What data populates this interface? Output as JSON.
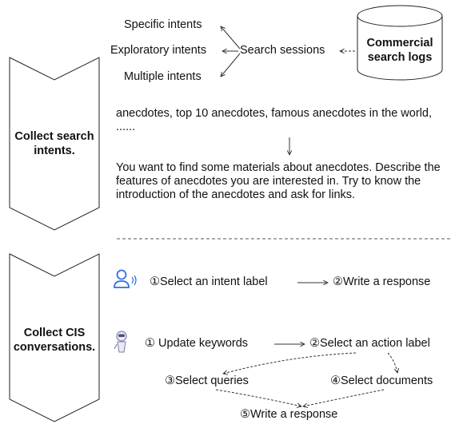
{
  "top": {
    "intents": [
      "Specific intents",
      "Exploratory intents",
      "Multiple intents"
    ],
    "search_sessions": "Search sessions",
    "logs_line1": "Commercial",
    "logs_line2": "search logs"
  },
  "stage1": {
    "label_line1": "Collect search",
    "label_line2": "intents.",
    "keywords_text": "anecdotes, top 10 anecdotes, famous anecdotes in the world, ......",
    "description_text": "You want to find some materials about anecdotes. Describe the features of anecdotes you are interested in. Try to know the introduction of the anecdotes and ask for links."
  },
  "stage2": {
    "label_line1": "Collect CIS",
    "label_line2": "conversations.",
    "user": {
      "step1": "①Select an intent label",
      "step2": "②Write a response"
    },
    "agent": {
      "step1": "① Update keywords",
      "step2": "②Select an action label",
      "step3": "③Select queries",
      "step4": "④Select documents",
      "step5": "⑤Write a response"
    }
  },
  "colors": {
    "user_icon": "#2f6fe0",
    "agent_icon": "#7a7fa8",
    "divider": "#555555"
  }
}
